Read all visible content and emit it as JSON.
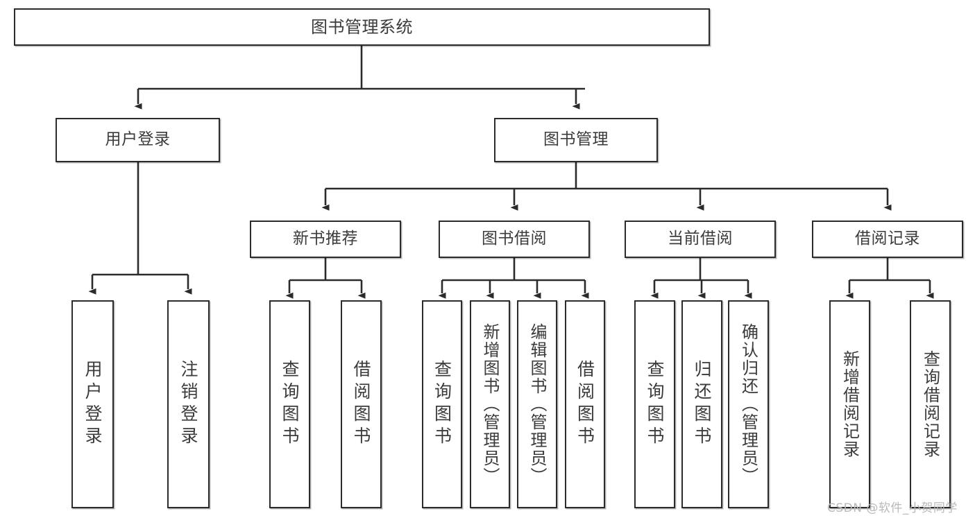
{
  "diagram": {
    "title": "图书管理系统",
    "type": "tree",
    "watermark": "CSDN @软件_小贺同学",
    "colors": {
      "node_border": "#2b2b2b",
      "node_fill": "#ffffff",
      "edge": "#2b2b2b",
      "text": "#3b3b3b",
      "watermark": "#b9b9b9",
      "background": "#ffffff"
    },
    "nodes": {
      "root": {
        "label": "图书管理系统"
      },
      "level2": [
        {
          "id": "user-login",
          "label": "用户登录"
        },
        {
          "id": "book-manage",
          "label": "图书管理"
        }
      ],
      "level3": [
        {
          "id": "new-book-rec",
          "label": "新书推荐"
        },
        {
          "id": "book-borrow",
          "label": "图书借阅"
        },
        {
          "id": "current-borrow",
          "label": "当前借阅"
        },
        {
          "id": "borrow-record",
          "label": "借阅记录"
        }
      ],
      "leaves": [
        {
          "id": "leaf-user-login",
          "label": "用户登录",
          "parent": "user-login"
        },
        {
          "id": "leaf-user-logout",
          "label": "注销登录",
          "parent": "user-login"
        },
        {
          "id": "leaf-query-book-1",
          "label": "查询图书",
          "parent": "new-book-rec"
        },
        {
          "id": "leaf-borrow-book-1",
          "label": "借阅图书",
          "parent": "new-book-rec"
        },
        {
          "id": "leaf-query-book-2",
          "label": "查询图书",
          "parent": "book-borrow"
        },
        {
          "id": "leaf-add-book",
          "label": "新增图书（管理员）",
          "parent": "book-borrow"
        },
        {
          "id": "leaf-edit-book",
          "label": "编辑图书（管理员）",
          "parent": "book-borrow"
        },
        {
          "id": "leaf-borrow-book-2",
          "label": "借阅图书",
          "parent": "book-borrow"
        },
        {
          "id": "leaf-query-book-3",
          "label": "查询图书",
          "parent": "current-borrow"
        },
        {
          "id": "leaf-return-book",
          "label": "归还图书",
          "parent": "current-borrow"
        },
        {
          "id": "leaf-confirm-return",
          "label": "确认归还（管理员）",
          "parent": "current-borrow"
        },
        {
          "id": "leaf-add-record",
          "label": "新增借阅记录",
          "parent": "borrow-record"
        },
        {
          "id": "leaf-query-record",
          "label": "查询借阅记录",
          "parent": "borrow-record"
        }
      ]
    }
  }
}
